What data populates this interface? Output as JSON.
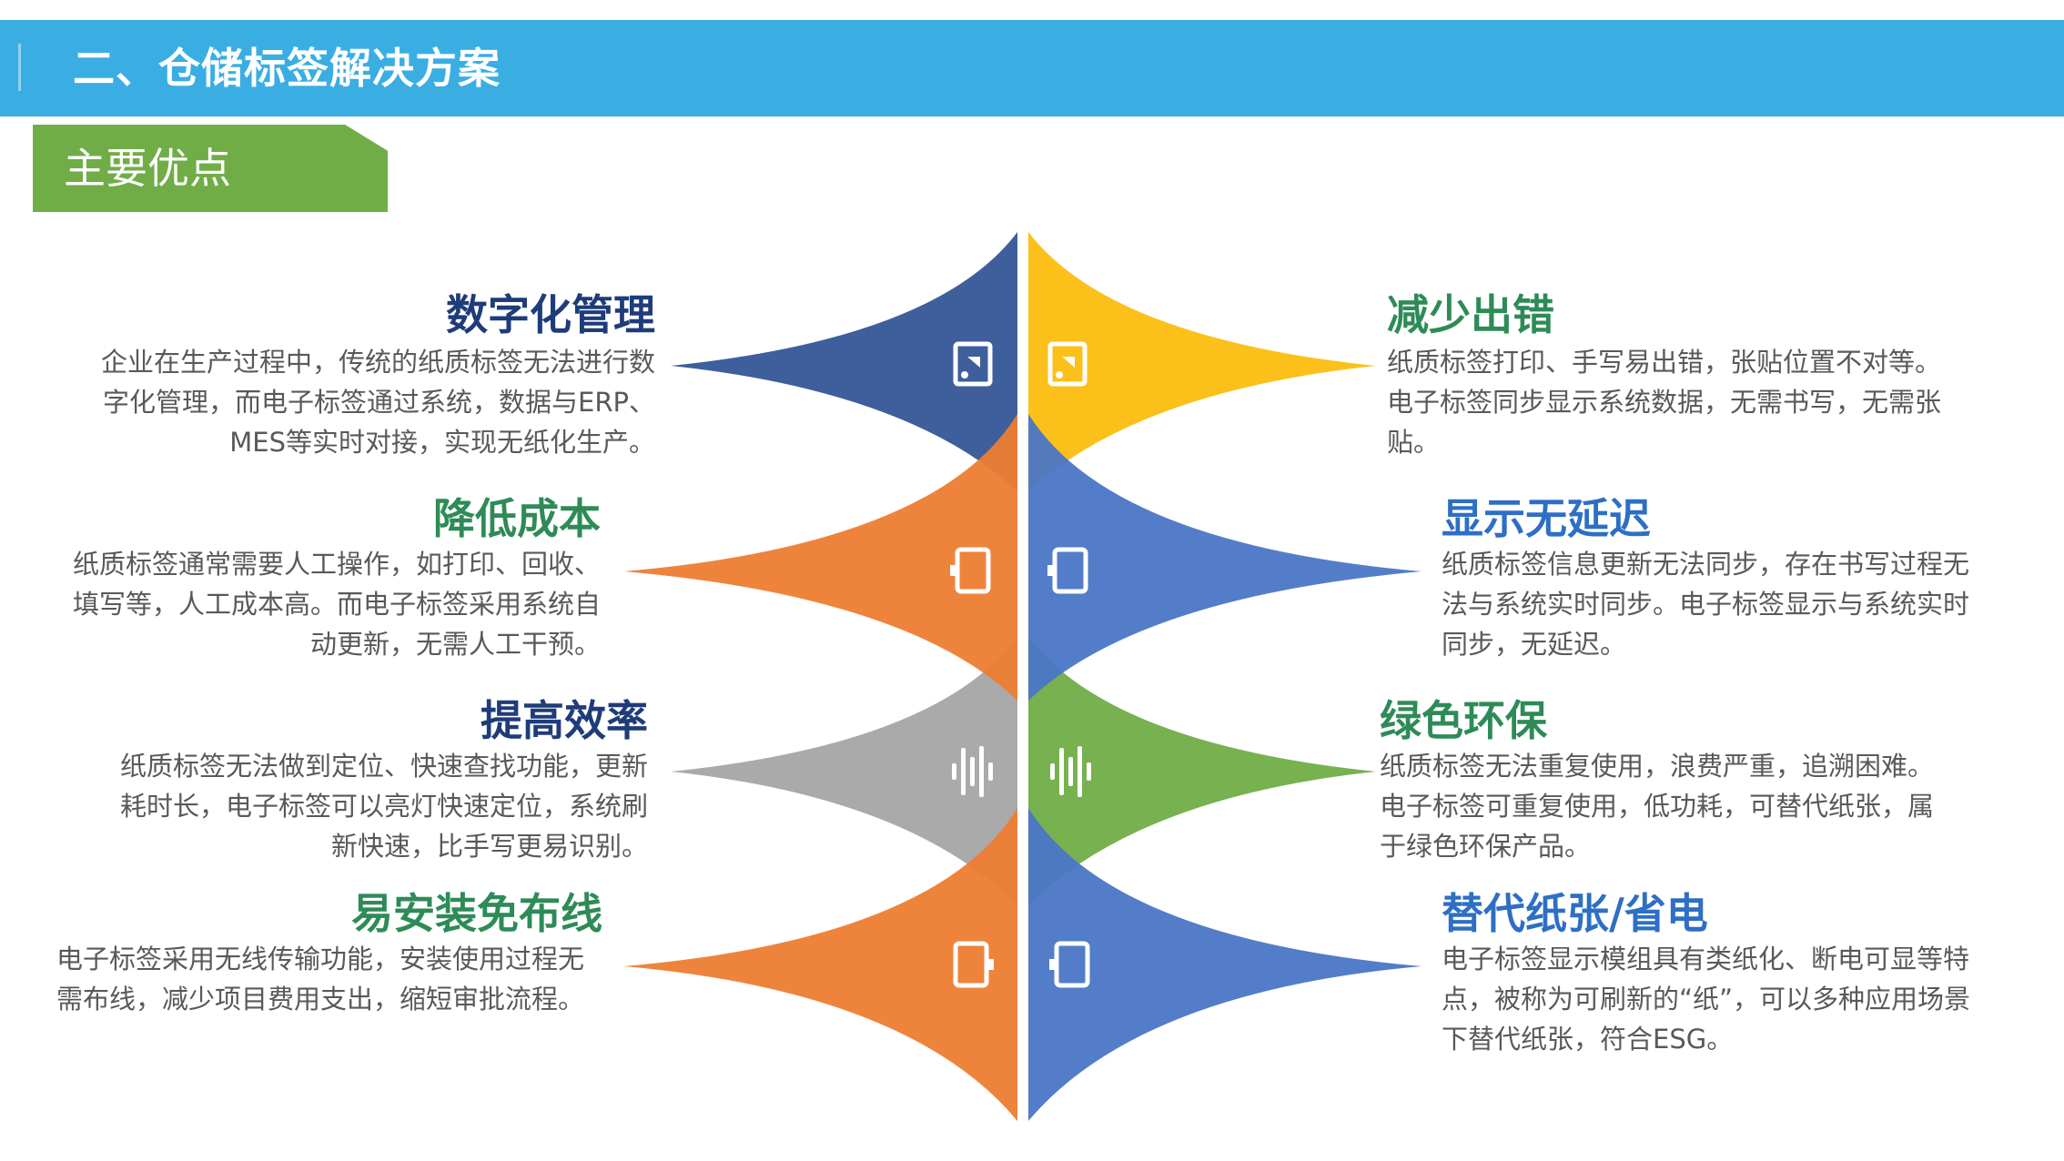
{
  "header": {
    "title": "二、仓储标签解决方案",
    "color": "#3aaee3"
  },
  "section": {
    "label": "主要优点",
    "color": "#70ad47"
  },
  "colors": {
    "navy": "#3e5f9c",
    "orange": "#ed7d31",
    "gray": "#a5a5a5",
    "yellow": "#fcc01b",
    "blue": "#4a76c6",
    "green": "#70ad47",
    "title_navy": "#1f3c7a",
    "title_green": "#2e8b57",
    "title_blue": "#2e6fc4"
  },
  "left_items": [
    {
      "title": "数字化管理",
      "desc": "企业在生产过程中，传统的纸质标签无法进行数字化管理，而电子标签通过系统，数据与ERP、MES等实时对接，实现无纸化生产。",
      "icon": "tag-icon"
    },
    {
      "title": "降低成本",
      "desc": "纸质标签通常需要人工操作，如打印、回收、填写等，人工成本高。而电子标签采用系统自动更新，无需人工干预。",
      "icon": "device-icon"
    },
    {
      "title": "提高效率",
      "desc": "纸质标签无法做到定位、快速查找功能，更新耗时长，电子标签可以亮灯快速定位，系统刷新快速，比手写更易识别。",
      "icon": "waveform-icon"
    },
    {
      "title": "易安装免布线",
      "desc": "电子标签采用无线传输功能，安装使用过程无需布线，减少项目费用支出，缩短审批流程。",
      "icon": "device-icon"
    }
  ],
  "right_items": [
    {
      "title": "减少出错",
      "desc": "纸质标签打印、手写易出错，张贴位置不对等。电子标签同步显示系统数据，无需书写，无需张贴。",
      "icon": "tag-icon"
    },
    {
      "title": "显示无延迟",
      "desc": "纸质标签信息更新无法同步，存在书写过程无法与系统实时同步。电子标签显示与系统实时同步，无延迟。",
      "icon": "device-icon"
    },
    {
      "title": "绿色环保",
      "desc": "纸质标签无法重复使用，浪费严重，追溯困难。电子标签可重复使用，低功耗，可替代纸张，属于绿色环保产品。",
      "icon": "waveform-icon"
    },
    {
      "title": "替代纸张/省电",
      "desc": "电子标签显示模组具有类纸化、断电可显等特点，被称为可刷新的“纸”，可以多种应用场景下替代纸张，符合ESG。",
      "icon": "device-icon"
    }
  ]
}
